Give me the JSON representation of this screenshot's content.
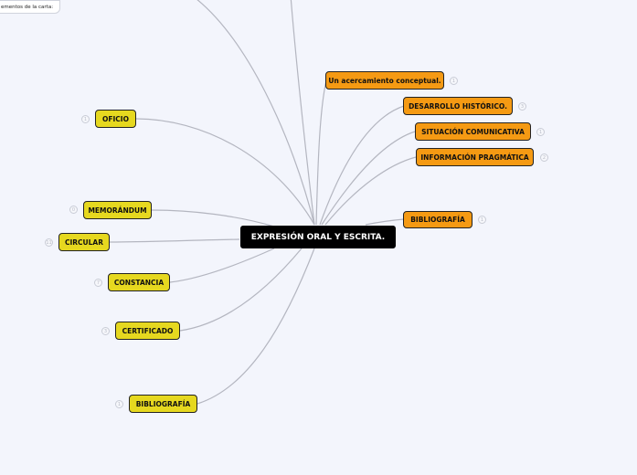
{
  "root": {
    "label": "EXPRESIÓN ORAL Y ESCRITA."
  },
  "note": {
    "text": "ementos de la carta:"
  },
  "left_nodes": [
    {
      "label": "OFICIO",
      "badge": "1"
    },
    {
      "label": "MEMORÁNDUM",
      "badge": "0"
    },
    {
      "label": "CIRCULAR",
      "badge": "11"
    },
    {
      "label": "CONSTANCIA",
      "badge": "7"
    },
    {
      "label": "CERTIFICADO",
      "badge": "3"
    },
    {
      "label": "BIBLIOGRAFÍA",
      "badge": "1"
    }
  ],
  "right_nodes": [
    {
      "label": "Un acercamiento conceptual.",
      "badge": "1"
    },
    {
      "label": "DESARROLLO HISTÓRICO.",
      "badge": "3"
    },
    {
      "label": "SITUACIÓN COMUNICATIVA",
      "badge": "1"
    },
    {
      "label": "INFORMACIÓN PRAGMÁTICA",
      "badge": "2"
    },
    {
      "label": "BIBLIOGRAFÍA",
      "badge": "1"
    }
  ],
  "colors": {
    "background": "#f3f5fc",
    "left_topic": "#e6d81f",
    "right_topic": "#f59a13",
    "root": "#000000",
    "connector": "#b4b6c0"
  }
}
